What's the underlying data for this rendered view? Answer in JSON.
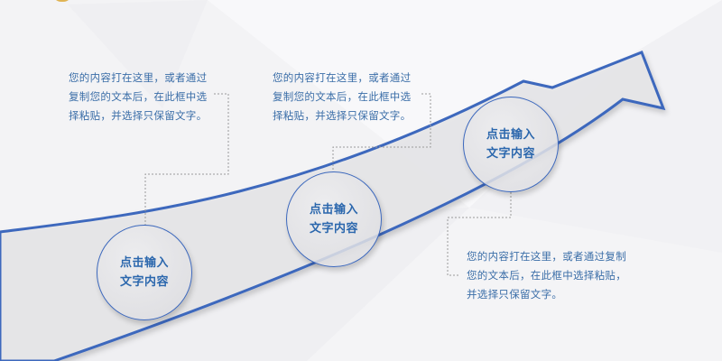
{
  "colors": {
    "accent_blue": "#3c68bd",
    "text_blue": "#3b6ea8",
    "label_blue": "#2b67ad",
    "arrow_fill": "#e6e6e8",
    "connector_gray": "#9a9a9a",
    "gold": "#d4a63d"
  },
  "steps": [
    {
      "label_line1": "点击输入",
      "label_line2": "文字内容",
      "desc_lines": [
        "您的内容打在这里，或者通过",
        "复制您的文本后，在此框中选",
        "择粘贴，并选择只保留文字。"
      ]
    },
    {
      "label_line1": "点击输入",
      "label_line2": "文字内容",
      "desc_lines": [
        "您的内容打在这里，或者通过",
        "复制您的文本后，在此框中选",
        "择粘贴，并选择只保留文字。"
      ]
    },
    {
      "label_line1": "点击输入",
      "label_line2": "文字内容",
      "desc_lines": [
        "您的内容打在这里，或者通过复制",
        "您的文本后，在此框中选择粘贴，",
        "并选择只保留文字。"
      ]
    }
  ]
}
